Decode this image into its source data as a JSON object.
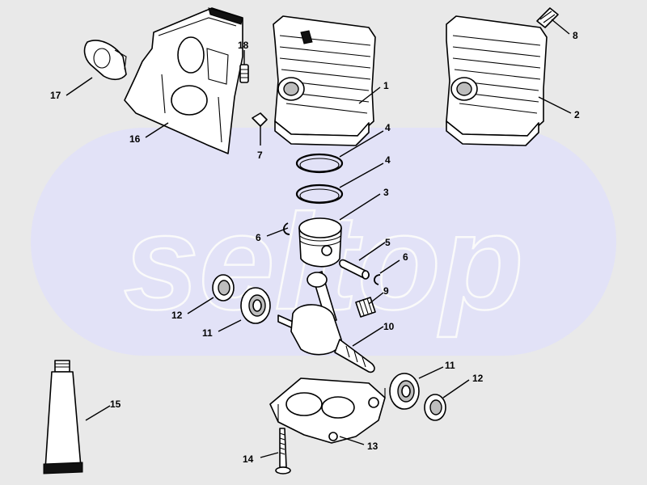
{
  "watermark": {
    "text": "seltop",
    "color": "#e2e2f7"
  },
  "callouts": [
    {
      "id": "c1",
      "label": "1"
    },
    {
      "id": "c2",
      "label": "2"
    },
    {
      "id": "c3",
      "label": "3"
    },
    {
      "id": "c4a",
      "label": "4"
    },
    {
      "id": "c4b",
      "label": "4"
    },
    {
      "id": "c5",
      "label": "5"
    },
    {
      "id": "c6a",
      "label": "6"
    },
    {
      "id": "c6b",
      "label": "6"
    },
    {
      "id": "c7",
      "label": "7"
    },
    {
      "id": "c8",
      "label": "8"
    },
    {
      "id": "c9",
      "label": "9"
    },
    {
      "id": "c10",
      "label": "10"
    },
    {
      "id": "c11a",
      "label": "11"
    },
    {
      "id": "c11b",
      "label": "11"
    },
    {
      "id": "c12a",
      "label": "12"
    },
    {
      "id": "c12b",
      "label": "12"
    },
    {
      "id": "c13",
      "label": "13"
    },
    {
      "id": "c14",
      "label": "14"
    },
    {
      "id": "c15",
      "label": "15"
    },
    {
      "id": "c16",
      "label": "16"
    },
    {
      "id": "c17",
      "label": "17"
    },
    {
      "id": "c18",
      "label": "18"
    }
  ]
}
